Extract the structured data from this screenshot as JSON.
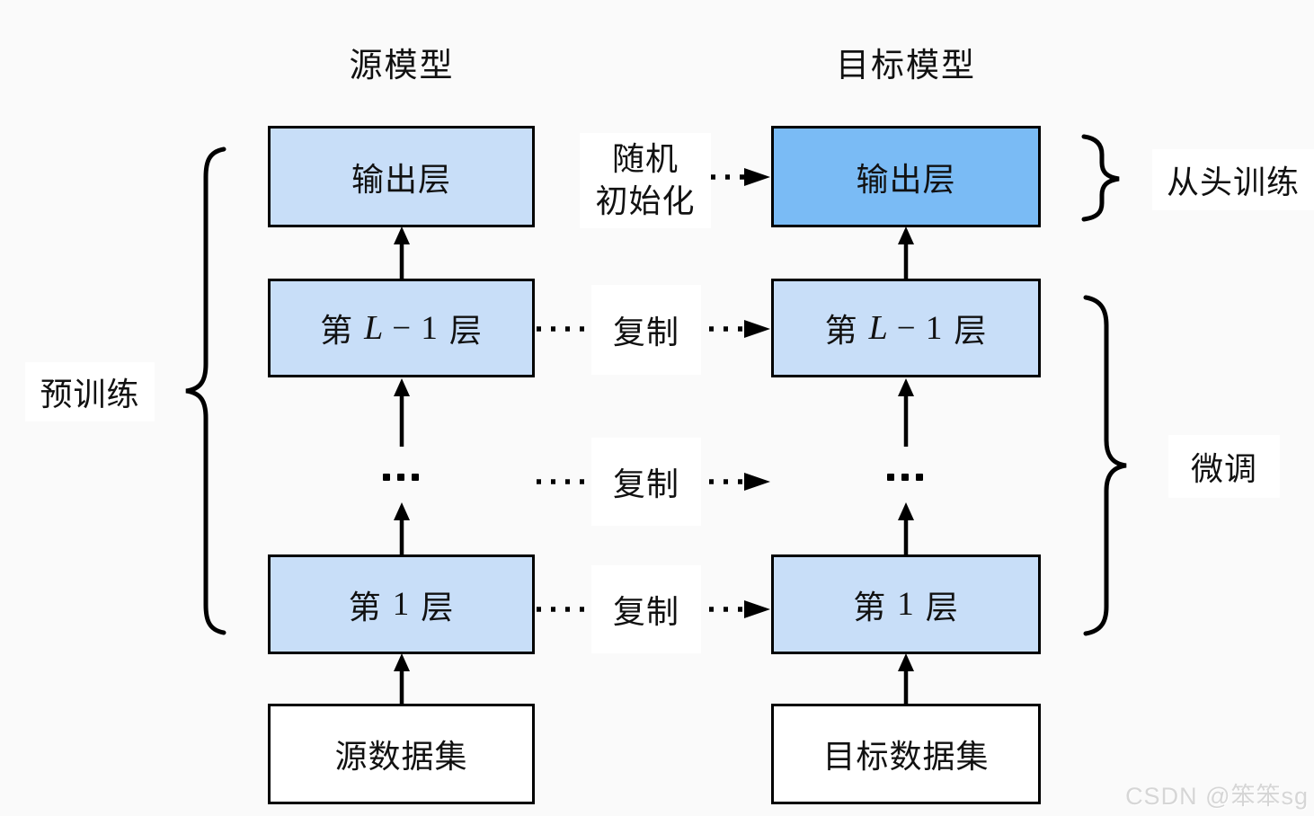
{
  "titles": {
    "source": "源模型",
    "target": "目标模型"
  },
  "annotations": {
    "random_init": [
      "随机",
      "初始化"
    ],
    "copy": "复制",
    "pretrain": "预训练",
    "train_from_scratch": "从头训练",
    "finetune": "微调"
  },
  "source_model": {
    "output_layer": "输出层",
    "layer_top": {
      "prefix": "第",
      "variable": "L",
      "offset": "− 1",
      "suffix": "层"
    },
    "layer_bottom": {
      "prefix": "第",
      "number": "1",
      "suffix": "层"
    },
    "dataset": "源数据集"
  },
  "target_model": {
    "output_layer": "输出层",
    "layer_top": {
      "prefix": "第",
      "variable": "L",
      "offset": "− 1",
      "suffix": "层"
    },
    "layer_bottom": {
      "prefix": "第",
      "number": "1",
      "suffix": "层"
    },
    "dataset": "目标数据集"
  },
  "watermark": "CSDN @笨笨sg",
  "colors": {
    "layer_fill": "#c8def8",
    "target_output_fill": "#7abbf5",
    "dataset_fill": "#ffffff"
  }
}
